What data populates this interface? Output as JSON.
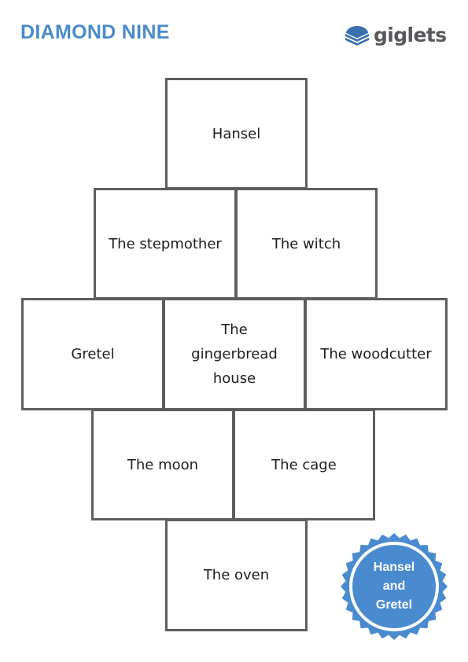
{
  "header": {
    "title": "DIAMOND NINE",
    "brand_name": "giglets",
    "brand_icon": "stacked-books-icon"
  },
  "cards": [
    {
      "label": "Hansel"
    },
    {
      "label": "The stepmother"
    },
    {
      "label": "The witch"
    },
    {
      "label": "Gretel"
    },
    {
      "label": "The gingerbread house"
    },
    {
      "label": "The woodcutter"
    },
    {
      "label": "The moon"
    },
    {
      "label": "The cage"
    },
    {
      "label": "The oven"
    }
  ],
  "badge": {
    "label": "Hansel and Gretel",
    "color": "#4a8bd0"
  },
  "colors": {
    "title": "#4a8bc9",
    "card_border": "#5e5e5e",
    "brand_text": "#56585c"
  }
}
